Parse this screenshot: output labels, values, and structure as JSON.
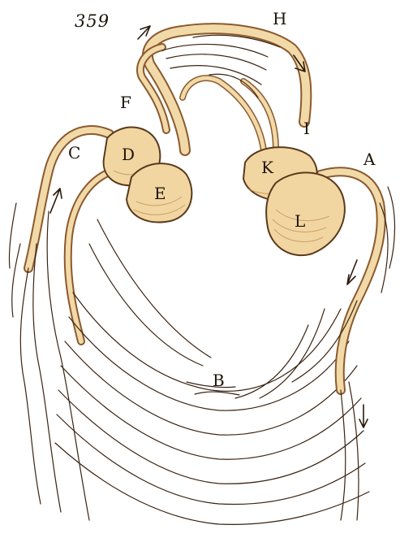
{
  "figure_number": "359",
  "labels": {
    "A": "A",
    "B": "B",
    "C": "C",
    "D": "D",
    "E": "E",
    "F": "F",
    "H": "H",
    "I": "I",
    "K": "K",
    "L": "L"
  },
  "colors": {
    "vessel": "#f2d9a8",
    "outline": "#5a3a1c",
    "ink": "#1d140a"
  }
}
